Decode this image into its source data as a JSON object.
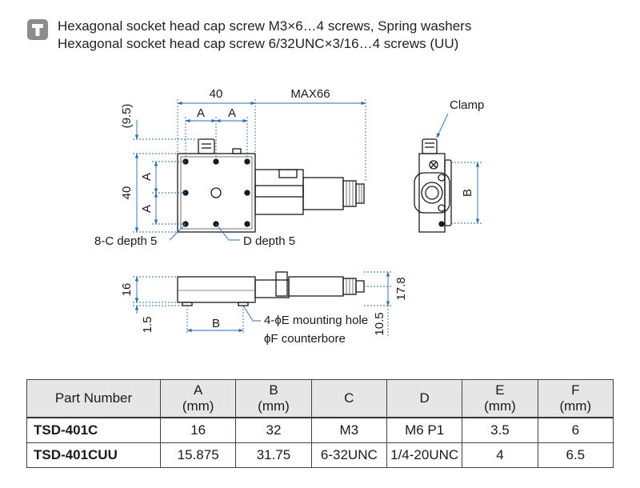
{
  "notes": {
    "line1_a": "Hexagonal socket head cap screw M3×6…4 screws",
    "line1_sep": ", ",
    "line1_b": "Spring washers",
    "line2": "Hexagonal socket head cap screw 6/32UNC×3/16…4 screws (UU)"
  },
  "top_view": {
    "dim_width": "40",
    "dim_max": "MAX66",
    "dim_a_left": "A",
    "dim_a_right": "A",
    "dim_top_offset": "(9.5)",
    "dim_height": "40",
    "dim_a_upper": "A",
    "dim_a_lower": "A",
    "label_holes_c": "8-C depth 5",
    "label_hole_d": "D depth 5"
  },
  "side_view": {
    "label_clamp": "Clamp",
    "dim_b": "B"
  },
  "front_view": {
    "dim_height": "16",
    "dim_base": "1.5",
    "dim_b": "B",
    "dim_total": "17.8",
    "dim_center": "10.5",
    "label_mount": "4-ϕE mounting hole",
    "label_counterbore": "ϕF counterbore"
  },
  "table": {
    "headers": [
      {
        "name": "Part Number",
        "unit": ""
      },
      {
        "name": "A",
        "unit": "(mm)"
      },
      {
        "name": "B",
        "unit": "(mm)"
      },
      {
        "name": "C",
        "unit": ""
      },
      {
        "name": "D",
        "unit": ""
      },
      {
        "name": "E",
        "unit": "(mm)"
      },
      {
        "name": "F",
        "unit": "(mm)"
      }
    ],
    "rows": [
      [
        "TSD-401C",
        "16",
        "32",
        "M3",
        "M6 P1",
        "3.5",
        "6"
      ],
      [
        "TSD-401CUU",
        "15.875",
        "31.75",
        "6-32UNC",
        "1/4-20UNC",
        "4",
        "6.5"
      ]
    ]
  },
  "colors": {
    "line": "#1a1a1a",
    "dim_line": "#2a6fb0",
    "header_bg": "#e6e6e6",
    "icon": "#8c8c8c"
  }
}
